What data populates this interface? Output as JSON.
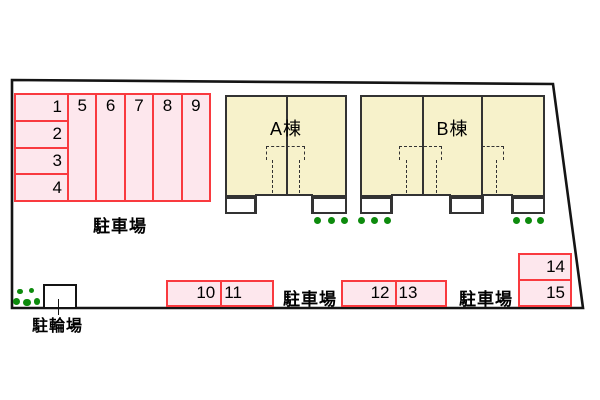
{
  "colors": {
    "background": "#ffffff",
    "boundary_line": "#141414",
    "parking_fill": "#fde7ed",
    "parking_border": "#f93a3f",
    "building_fill": "#f7f2cb",
    "building_border": "#333333",
    "greenery": "#0d8b0d",
    "text": "#000000"
  },
  "icons": {
    "greenery_dot": "filled-circle",
    "shrub_cluster": "dot-cluster",
    "stairway": "dashed-path"
  },
  "buildings": {
    "a": {
      "name": "A棟",
      "units": 2,
      "greenery_dots": 3
    },
    "b": {
      "name": "B棟",
      "units": 3,
      "greenery_dots": 6
    }
  },
  "parking": {
    "left_block": {
      "label": "駐車場",
      "horizontal_spots": [
        "1",
        "2",
        "3",
        "4"
      ],
      "vertical_spots": [
        "5",
        "6",
        "7",
        "8",
        "9"
      ]
    },
    "mid_block": {
      "label": "駐車場",
      "spots": [
        "10",
        "11"
      ]
    },
    "right_block": {
      "label": "駐車場",
      "spots": [
        "12",
        "13"
      ]
    },
    "corner_block": {
      "spots": [
        "14",
        "15"
      ]
    }
  },
  "bicycle": {
    "label": "駐輪場",
    "bush_dots": 5
  }
}
